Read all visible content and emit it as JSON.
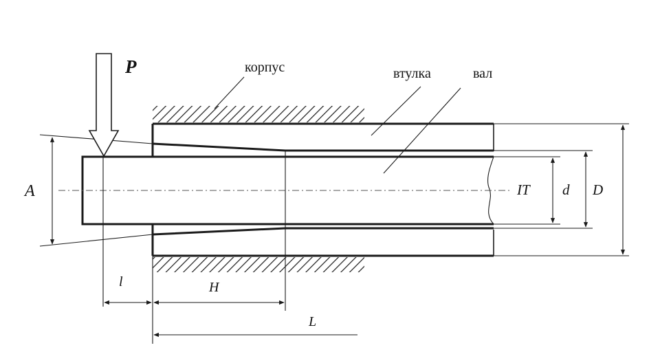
{
  "labels": {
    "force": "P",
    "housing": "корпус",
    "sleeve": "втулка",
    "shaft": "вал",
    "dim_A": "A",
    "dim_IT": "IT",
    "dim_d": "d",
    "dim_D": "D",
    "dim_l": "l",
    "dim_H": "H",
    "dim_L": "L"
  },
  "colors": {
    "ink": "#1a1a1a",
    "background": "#ffffff"
  }
}
